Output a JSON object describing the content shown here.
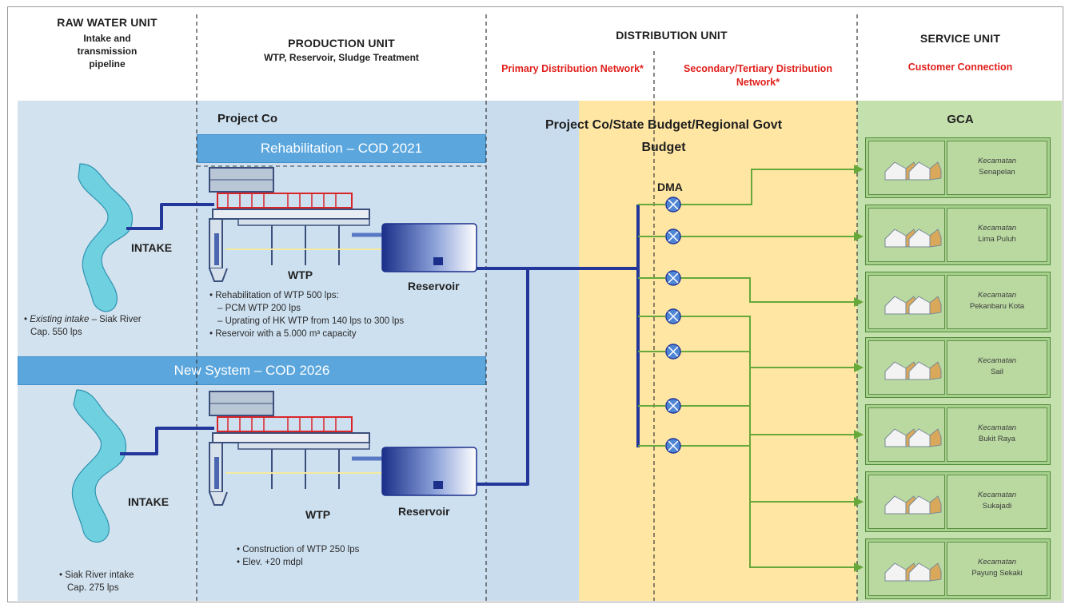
{
  "headers": {
    "raw_water": {
      "title": "RAW WATER UNIT",
      "sub": "Intake and transmission pipeline"
    },
    "production": {
      "title": "PRODUCTION UNIT",
      "sub": "WTP, Reservoir, Sludge Treatment"
    },
    "distribution": {
      "title": "DISTRIBUTION UNIT",
      "primary": "Primary Distribution Network*",
      "secondary": "Secondary/Tertiary Distribution Network*"
    },
    "service": {
      "title": "SERVICE UNIT",
      "sub": "Customer Connection"
    }
  },
  "owners": {
    "production": "Project Co",
    "distribution": "Project Co/State Budget/Regional Govt Budget",
    "service": "GCA"
  },
  "bands": {
    "rehab": "Rehabilitation – COD 2021",
    "new": "New System – COD 2026"
  },
  "labels": {
    "intake": "INTAKE",
    "wtp": "WTP",
    "reservoir": "Reservoir",
    "dma": "DMA"
  },
  "rehab_notes": {
    "intake_note_1": "Existing intake",
    "intake_note_2": " – Siak River",
    "intake_note_3": "Cap. 550 lps",
    "items": [
      "• Rehabilitation of WTP 500 lps:",
      "– PCM WTP 200 lps",
      "– Uprating of HK WTP from 140 lps to 300 lps",
      "• Reservoir with a 5.000 m³ capacity"
    ]
  },
  "new_notes": {
    "intake_note_1": "• Siak River intake",
    "intake_note_2": "Cap. 275 lps",
    "items": [
      "• Construction of WTP 250 lps",
      "• Elev. +20 mdpl"
    ]
  },
  "kecamatan": [
    {
      "k": "Kecamatan",
      "name": "Senapelan"
    },
    {
      "k": "Kecamatan",
      "name": "Lima Puluh"
    },
    {
      "k": "Kecamatan",
      "name": "Pekanbaru Kota"
    },
    {
      "k": "Kecamatan",
      "name": "Sail"
    },
    {
      "k": "Kecamatan",
      "name": "Bukit Raya"
    },
    {
      "k": "Kecamatan",
      "name": "Sukajadi"
    },
    {
      "k": "Kecamatan",
      "name": "Payung Sekaki"
    }
  ],
  "colors": {
    "raw_bg": "#d2e2ef",
    "prod_bg": "#cde0f0",
    "dist_blue_bg": "#c9dcee",
    "dist_yellow_bg": "#ffe6a3",
    "service_bg": "#c4e0ad",
    "pipe": "#23369a",
    "green_line": "#67a83a",
    "river": "#6fd0e0",
    "valve": "#4e86d6"
  }
}
